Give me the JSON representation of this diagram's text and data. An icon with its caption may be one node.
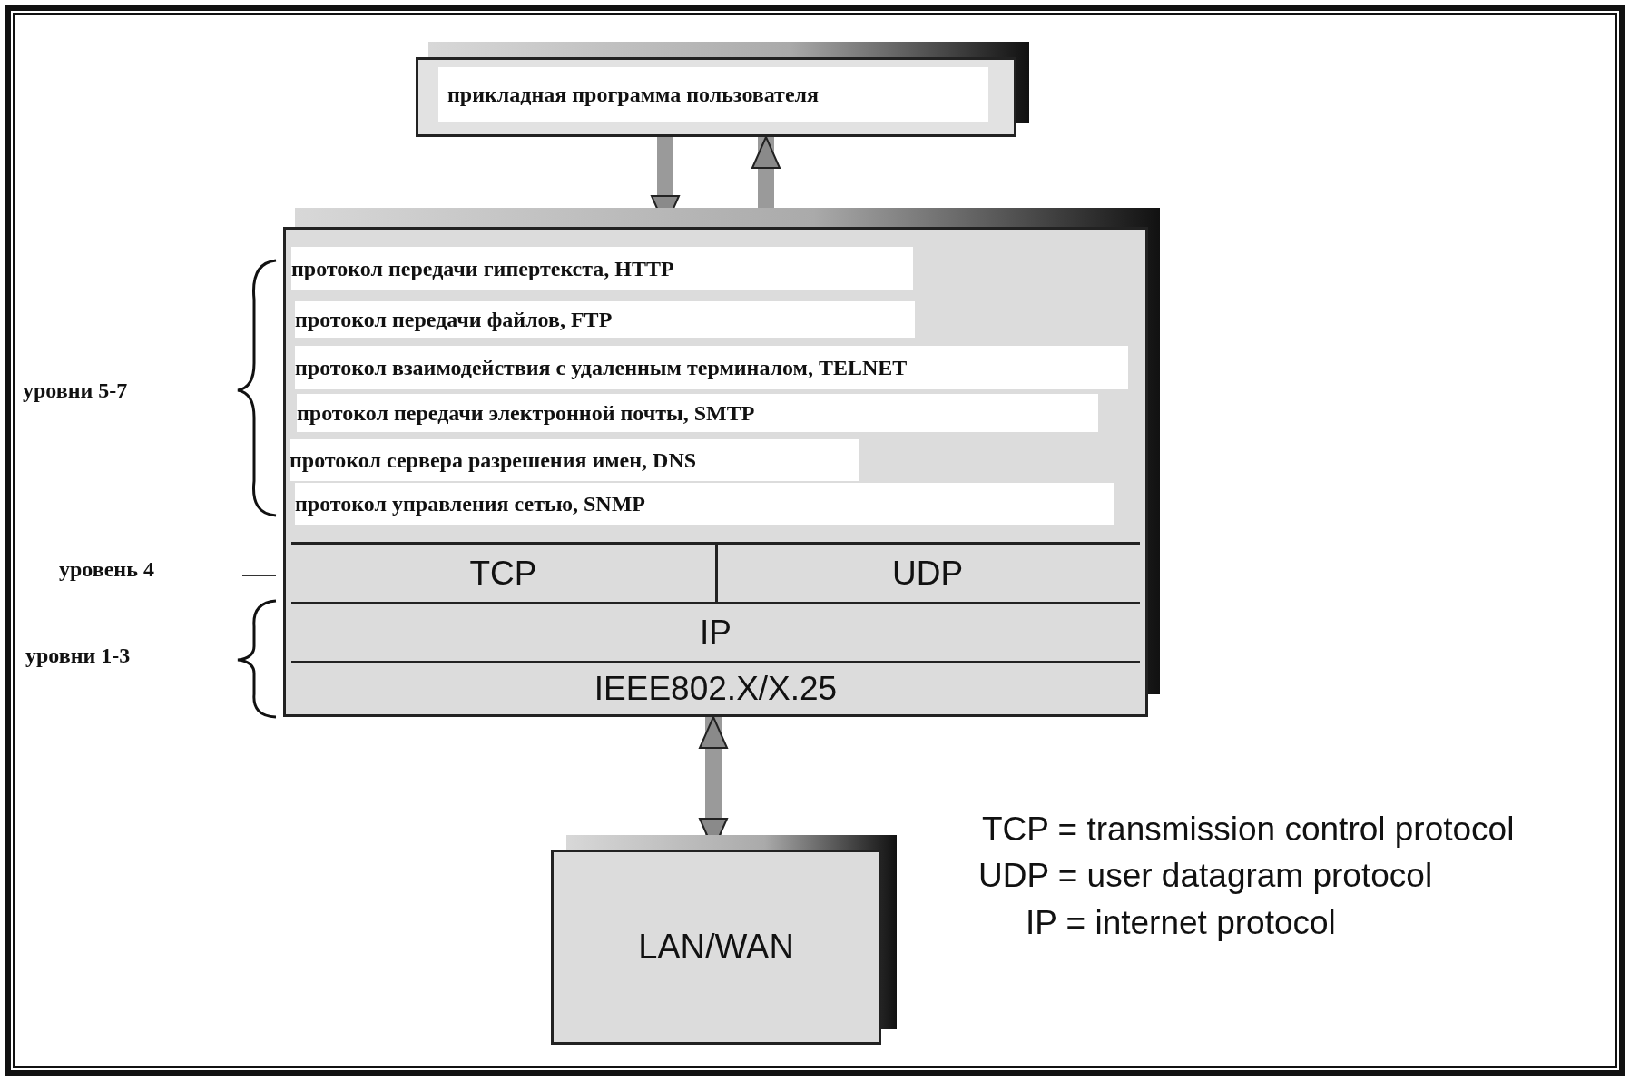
{
  "diagram": {
    "nodes": [
      {
        "text": [
          "прикладная программа пользователя"
        ]
      },
      {
        "text": [],
        "shape": "box"
      },
      {
        "text": [
          "протокол передачи гипертекста, HTTP"
        ],
        "in": 1
      },
      {
        "text": [
          "протокол передачи файлов, FTP"
        ],
        "in": 1
      },
      {
        "text": [
          "протокол взаимодействия с удаленным терминалом, TELNET"
        ],
        "in": 1
      },
      {
        "text": [
          "протокол передачи электронной почты, SMTP"
        ],
        "in": 1
      },
      {
        "text": [
          "протокол сервера разрешения имен, DNS"
        ],
        "in": 1
      },
      {
        "text": [
          "протокол управления сетью, SNMP"
        ],
        "in": 1
      },
      {
        "text": [
          "TCP"
        ],
        "in": 1
      },
      {
        "text": [
          "UDP"
        ],
        "in": 1
      },
      {
        "text": [
          "IP"
        ],
        "in": 1
      },
      {
        "text": [
          "IEEE802.X/X.25"
        ],
        "in": 1
      },
      {
        "text": [
          "LAN/WAN"
        ]
      }
    ],
    "edges": [
      {
        "from": 0,
        "to": 1,
        "arrow": "to"
      },
      {
        "from": 1,
        "to": 0,
        "arrow": "to"
      },
      {
        "from": 1,
        "to": 12,
        "arrow": "both"
      }
    ],
    "labels": [
      "уровни 5-7",
      "уровень 4",
      "уровни 1-3",
      "TCP = transmission control protocol",
      "UDP = user datagram protocol",
      "IP = internet protocol"
    ]
  }
}
